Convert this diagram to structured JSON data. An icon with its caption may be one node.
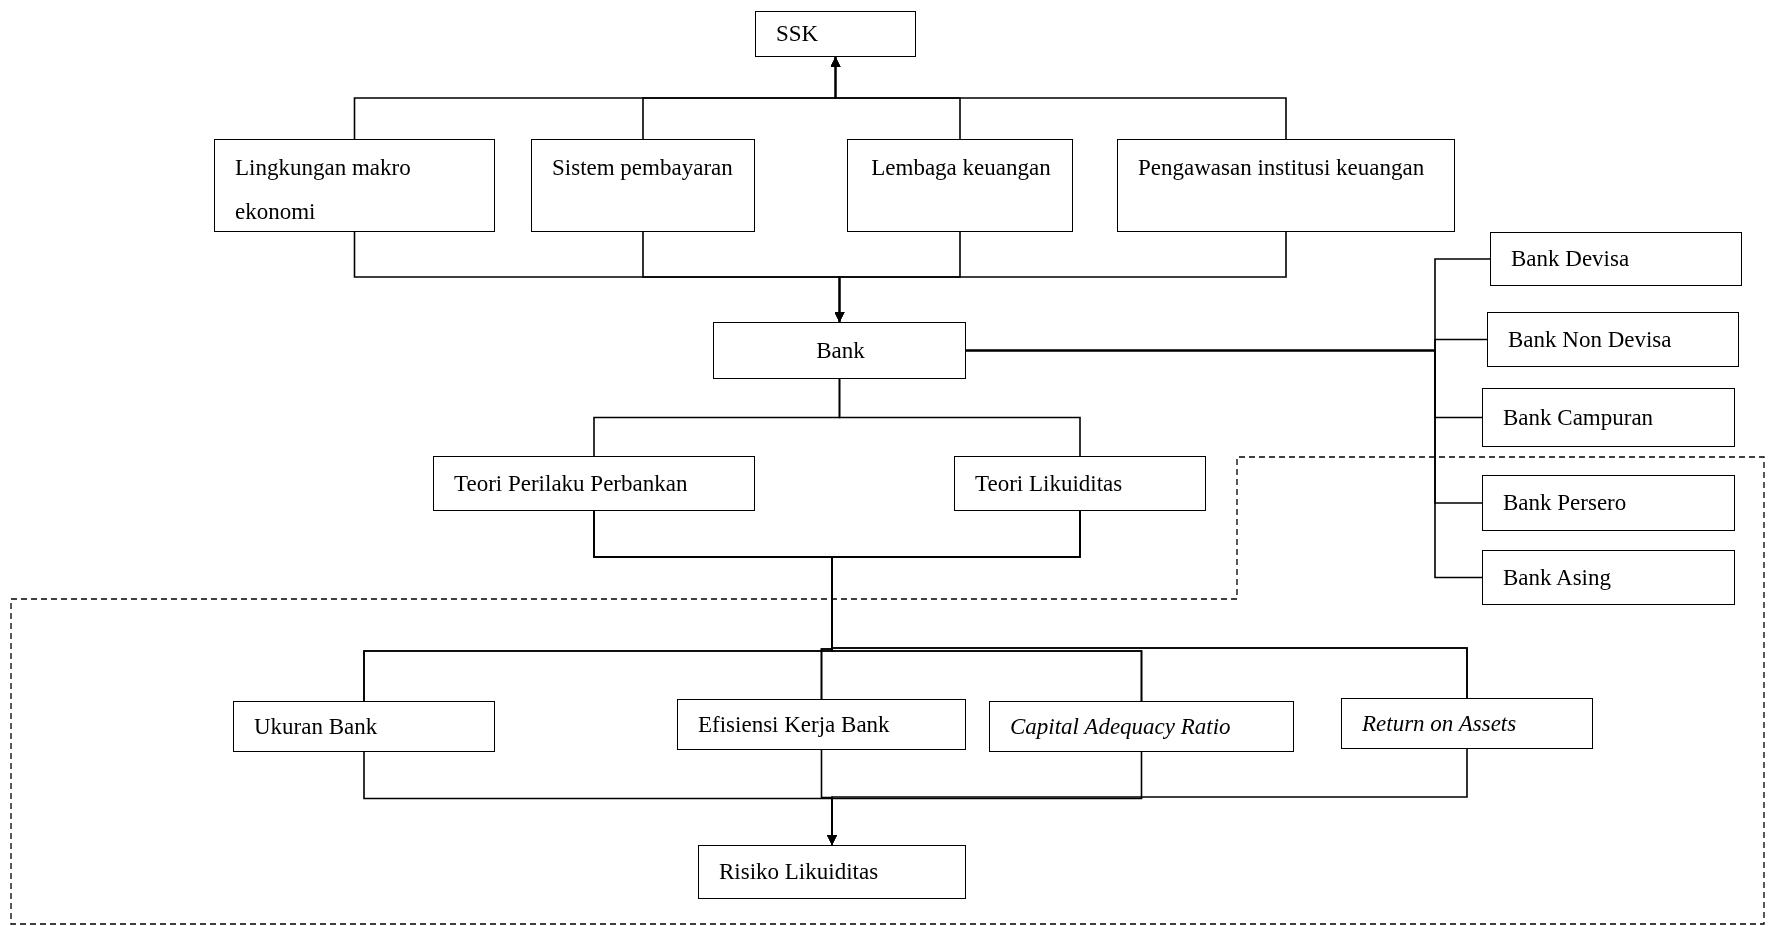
{
  "diagram": {
    "nodes": [
      {
        "text": [
          "SSK"
        ]
      },
      {
        "text": [
          "Lingkungan makro ekonomi"
        ]
      },
      {
        "text": [
          "Sistem pembayaran"
        ]
      },
      {
        "text": [
          "Lembaga keuangan"
        ]
      },
      {
        "text": [
          "Pengawasan institusi keuangan"
        ]
      },
      {
        "text": [
          "Bank Devisa"
        ]
      },
      {
        "text": [
          "Bank"
        ]
      },
      {
        "text": [
          "Bank Non Devisa"
        ]
      },
      {
        "text": [
          "Bank Campuran"
        ]
      },
      {
        "text": [
          "Bank Persero"
        ]
      },
      {
        "text": [
          "Bank Asing"
        ]
      },
      {
        "text": [
          "Teori Perilaku Perbankan"
        ]
      },
      {
        "text": [
          "Teori Likuiditas"
        ]
      },
      {
        "text": [
          "Ukuran Bank"
        ]
      },
      {
        "text": [
          "Efisiensi Kerja Bank"
        ]
      },
      {
        "text": [
          "Capital Adequacy Ratio"
        ]
      },
      {
        "text": [
          "Return on Assets"
        ]
      },
      {
        "text": [
          "Risiko Likuiditas"
        ]
      }
    ],
    "edges": [
      {
        "from": 1,
        "to": 0,
        "arrow": "to"
      },
      {
        "from": 2,
        "to": 0,
        "arrow": "to"
      },
      {
        "from": 3,
        "to": 0,
        "arrow": "to"
      },
      {
        "from": 4,
        "to": 0,
        "arrow": "to"
      },
      {
        "from": 1,
        "to": 6,
        "arrow": "to"
      },
      {
        "from": 2,
        "to": 6,
        "arrow": "to"
      },
      {
        "from": 3,
        "to": 6,
        "arrow": "to"
      },
      {
        "from": 4,
        "to": 6,
        "arrow": "to"
      },
      {
        "from": 6,
        "to": 5,
        "arrow": "none"
      },
      {
        "from": 6,
        "to": 7,
        "arrow": "none"
      },
      {
        "from": 6,
        "to": 8,
        "arrow": "none"
      },
      {
        "from": 6,
        "to": 9,
        "arrow": "none"
      },
      {
        "from": 6,
        "to": 10,
        "arrow": "none"
      },
      {
        "from": 6,
        "to": 11,
        "arrow": "none"
      },
      {
        "from": 6,
        "to": 12,
        "arrow": "none"
      },
      {
        "from": 11,
        "to": 13,
        "arrow": "none"
      },
      {
        "from": 11,
        "to": 14,
        "arrow": "none"
      },
      {
        "from": 11,
        "to": 15,
        "arrow": "none"
      },
      {
        "from": 11,
        "to": 16,
        "arrow": "none"
      },
      {
        "from": 12,
        "to": 13,
        "arrow": "none"
      },
      {
        "from": 12,
        "to": 14,
        "arrow": "none"
      },
      {
        "from": 12,
        "to": 15,
        "arrow": "none"
      },
      {
        "from": 12,
        "to": 16,
        "arrow": "none"
      },
      {
        "from": 13,
        "to": 17,
        "arrow": "to"
      },
      {
        "from": 14,
        "to": 17,
        "arrow": "to"
      },
      {
        "from": 15,
        "to": 17,
        "arrow": "to"
      },
      {
        "from": 16,
        "to": 17,
        "arrow": "to"
      }
    ]
  }
}
